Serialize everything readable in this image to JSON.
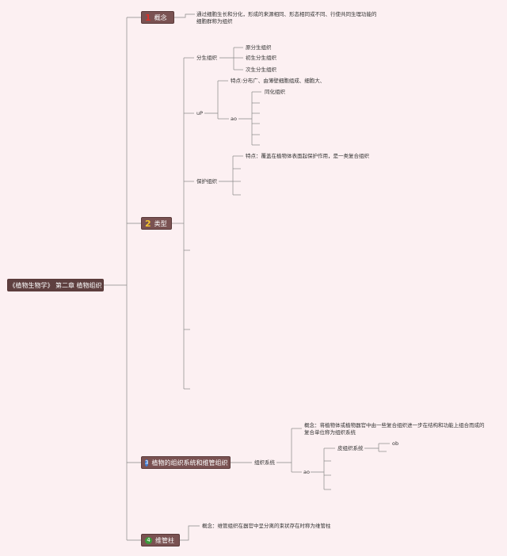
{
  "root": {
    "label": "《植物生物学》 第二章 植物组织"
  },
  "branches": [
    {
      "number": "1",
      "label": "概念",
      "number_color": "#d9302c",
      "children": [
        {
          "text": "通过细胞生长和分化，形成的来源相同、形态相同或不同、行使共同生理功能的"
        },
        {
          "text": "细胞群称为组织"
        }
      ]
    },
    {
      "number": "2",
      "label": "类型",
      "number_color": "#f4c430",
      "children": [
        {
          "label": "分生组织",
          "children": [
            "原分生组织",
            "初生分生组织",
            "次生分生组织"
          ]
        },
        {
          "label": "uP",
          "feature": "特点:分布广、由薄壁细胞组成、细胞大、",
          "sub": {
            "label": "ao",
            "children": [
              "同化组织"
            ]
          }
        },
        {
          "label": "保护组织",
          "feature": "特点：覆盖在植物体表面起保护作用，是一类复合组织"
        }
      ]
    },
    {
      "number": "3",
      "label": "植物的组织系统和维管组织",
      "number_color": "#3a7bd5",
      "children": [
        {
          "label": "组织系统",
          "concept": [
            "概念：将植物体或植物器官中由一些复合组织进一步在结构和功能上组合而成的",
            "复合单位称为组织系统"
          ],
          "sub": {
            "label": "ao",
            "children": [
              {
                "label": "皮组织系统",
                "sub": "ob"
              }
            ]
          }
        }
      ]
    },
    {
      "number": "4",
      "label": "维管柱",
      "number_color": "#3a9a3a",
      "children": [
        {
          "text": "概念：维管组织在器官中呈分离的束状存在时称为维管柱"
        }
      ]
    }
  ]
}
